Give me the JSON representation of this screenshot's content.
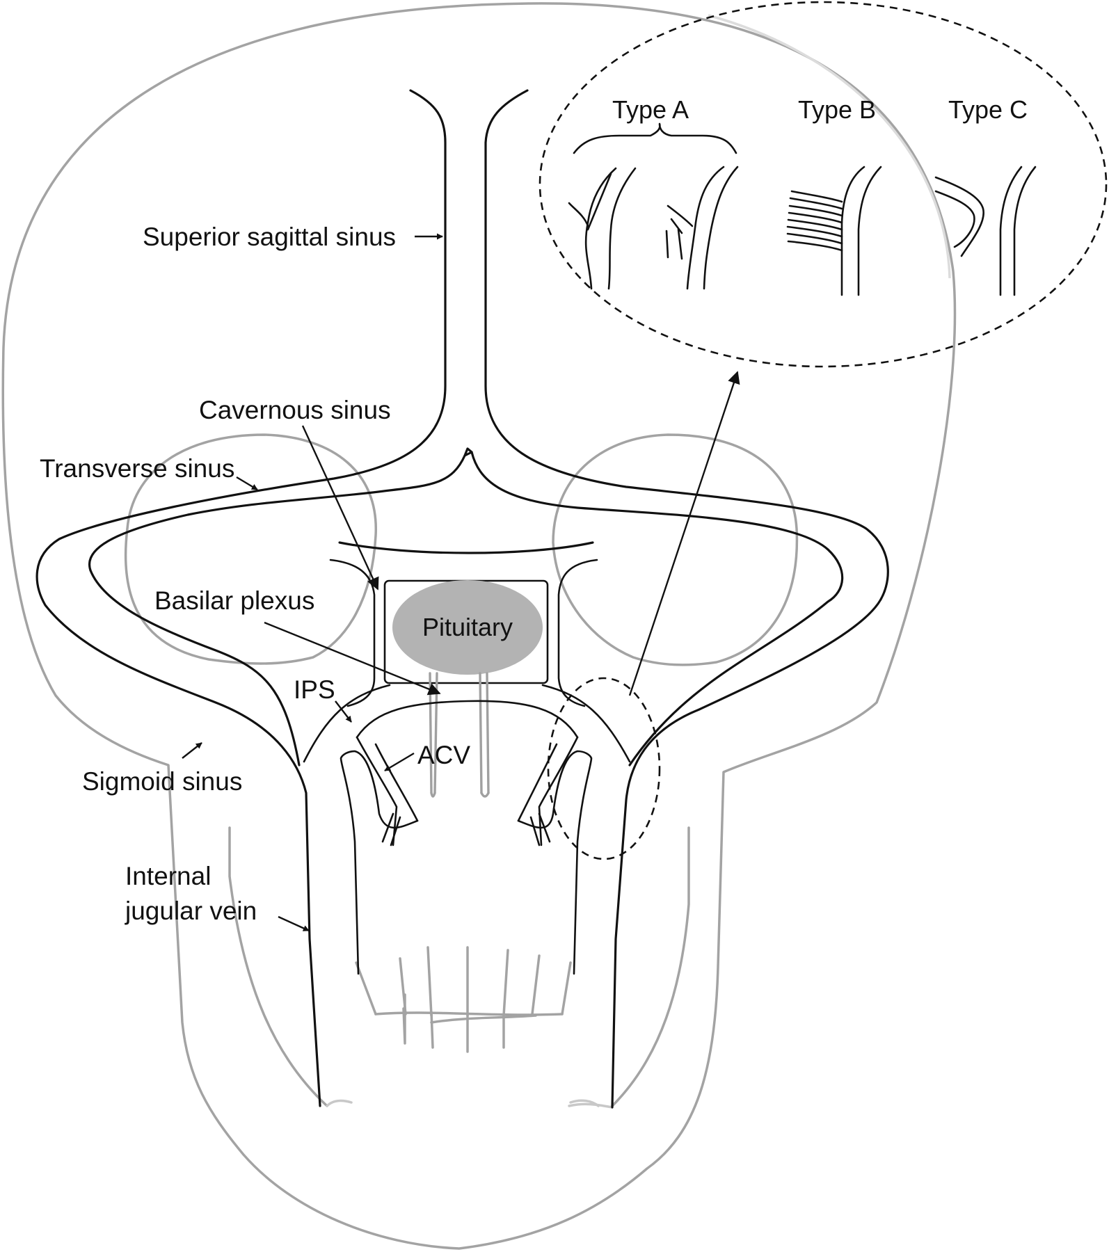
{
  "labels": {
    "superior_sagittal_sinus": "Superior sagittal sinus",
    "cavernous_sinus": "Cavernous sinus",
    "transverse_sinus": "Transverse sinus",
    "basilar_plexus": "Basilar plexus",
    "pituitary": "Pituitary",
    "ips": "IPS",
    "acv": "ACV",
    "sigmoid_sinus": "Sigmoid sinus",
    "internal_jugular_vein_line1": "Internal",
    "internal_jugular_vein_line2": "jugular vein"
  },
  "inset": {
    "type_a": "Type A",
    "type_b": "Type B",
    "type_c": "Type C"
  },
  "colors": {
    "skull_outline": "#a3a3a3",
    "sinus_line": "#111111",
    "pituitary_fill": "#b3b3b3"
  }
}
